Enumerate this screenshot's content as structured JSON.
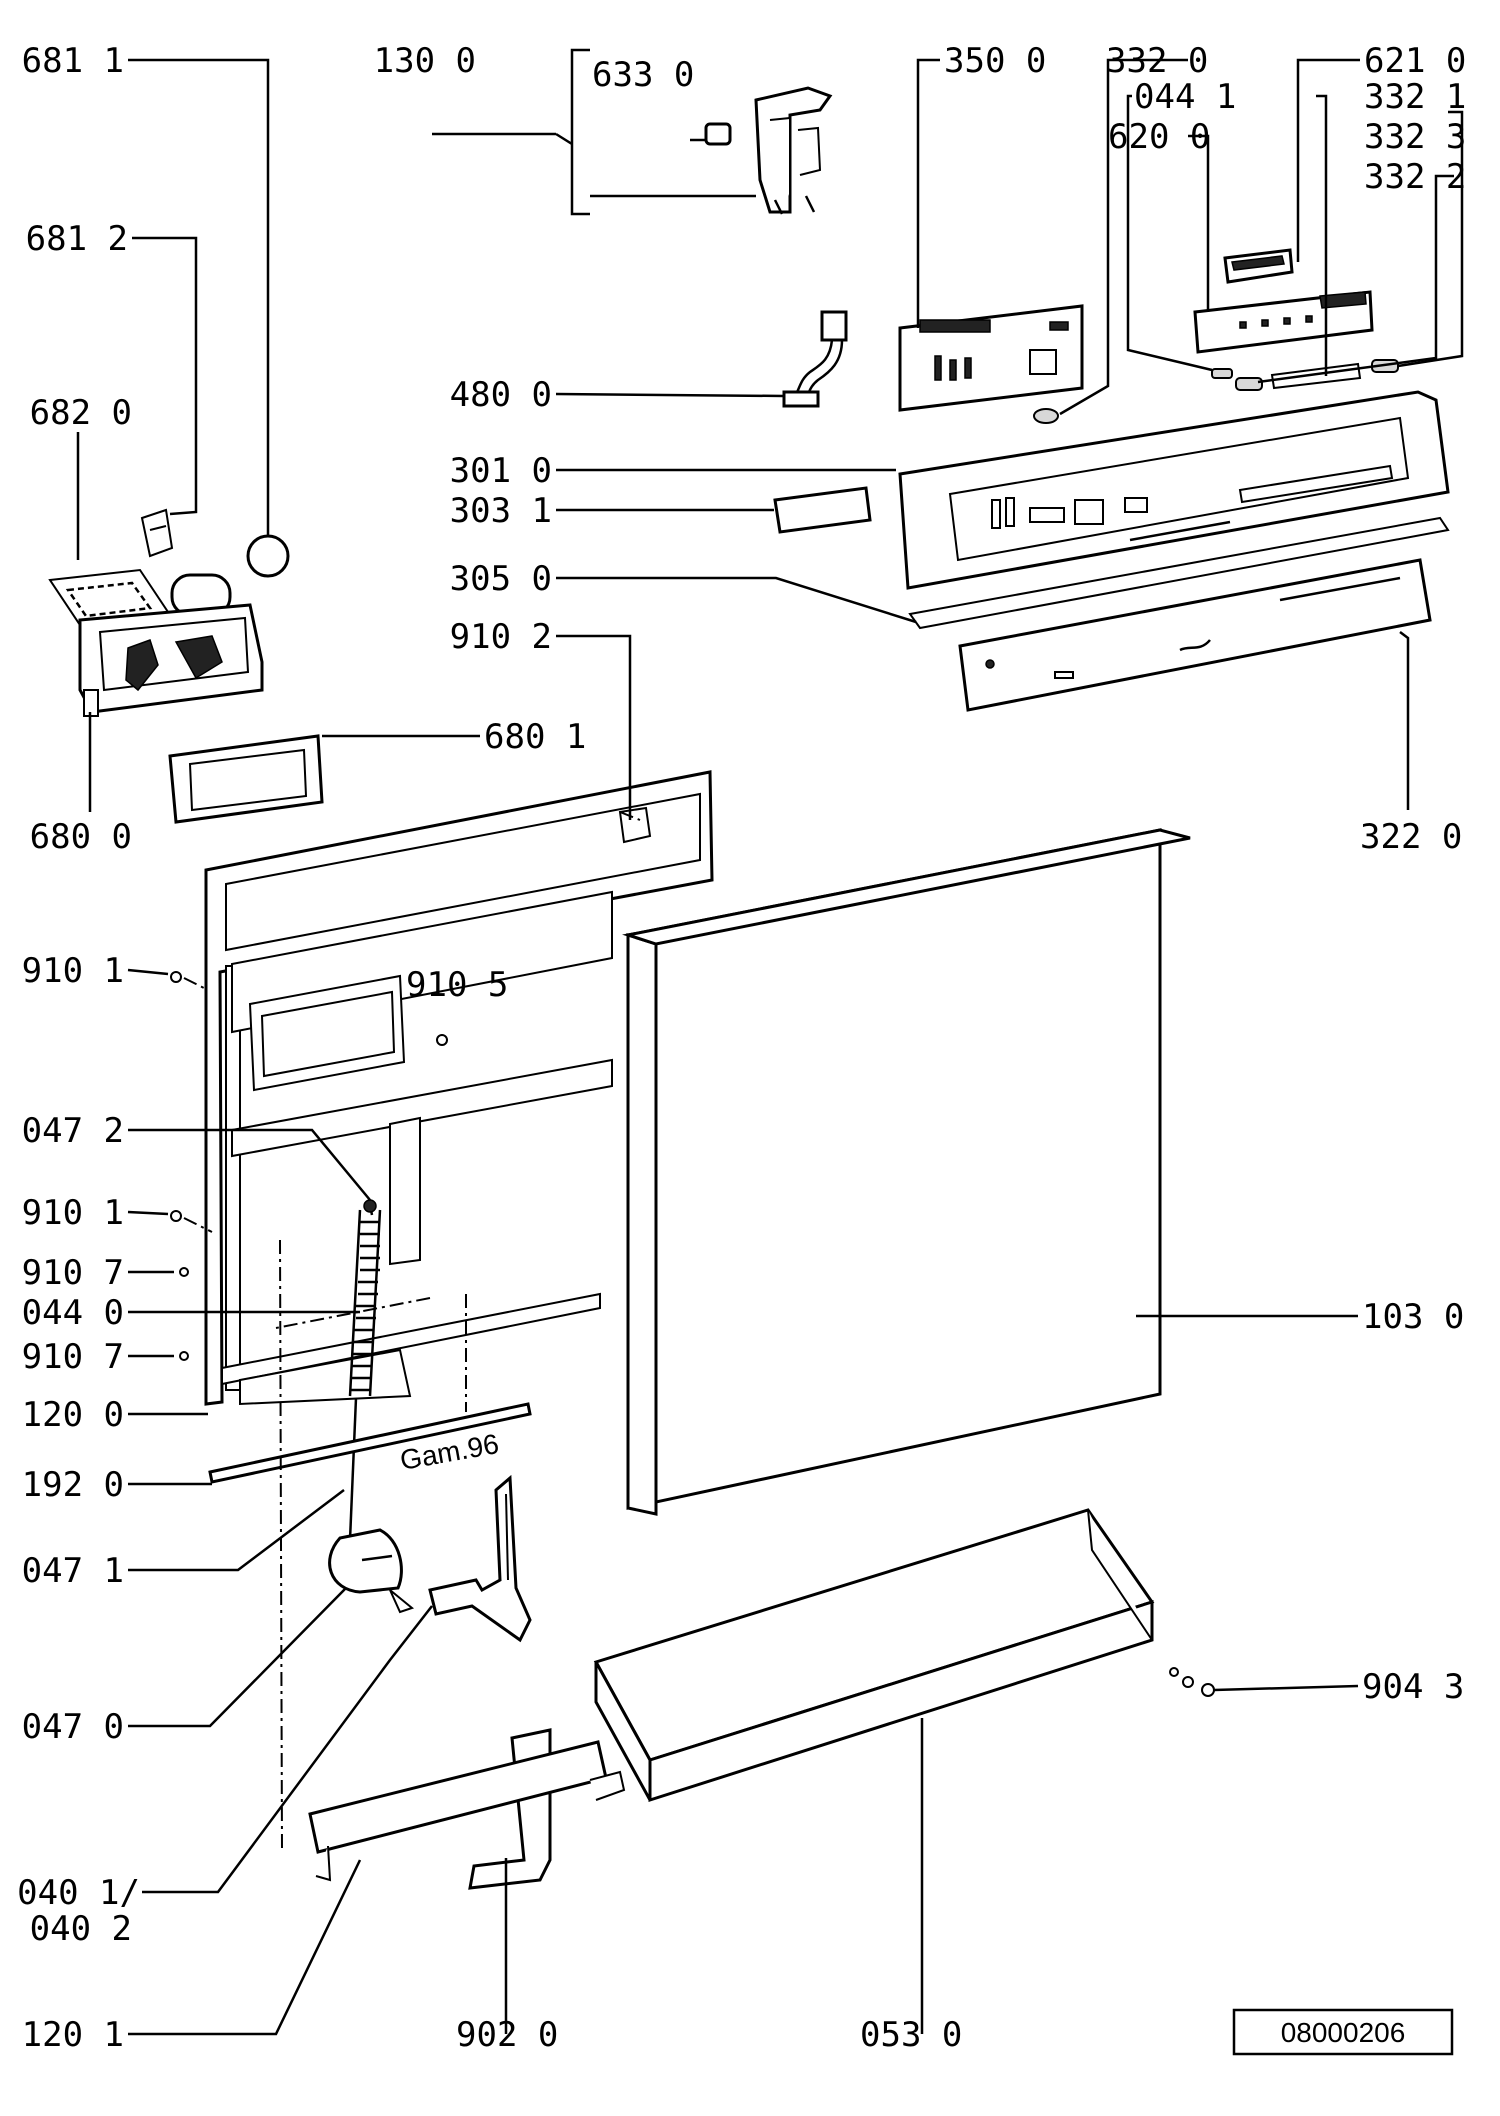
{
  "labels": {
    "l6811_top": "681 1",
    "l1300": "130 0",
    "l6330": "633 0",
    "l3500": "350 0",
    "l3320": "332 0",
    "l6210": "621 0",
    "l0441": "044 1",
    "l3321": "332 1",
    "l6200": "620 0",
    "l3323": "332 3",
    "l3322": "332 2",
    "l6812": "681 2",
    "l4800": "480 0",
    "l6820": "682 0",
    "l3010": "301 0",
    "l3031": "303 1",
    "l3050": "305 0",
    "l9102": "910 2",
    "l6801": "680 1",
    "l6800": "680 0",
    "l3220": "322 0",
    "l9101_a": "910 1",
    "l9105": "910 5",
    "l0472": "047 2",
    "l9101_b": "910 1",
    "l9107_a": "910 7",
    "l0440": "044 0",
    "l9107_b": "910 7",
    "l1030": "103 0",
    "l1200": "120 0",
    "l1920": "192 0",
    "l0471": "047 1",
    "l0470": "047 0",
    "l9043": "904 3",
    "l0401": "040 1/",
    "l0402": "040 2",
    "l1201": "120 1",
    "l9020": "902 0",
    "l0530": "053 0"
  },
  "drawing_number": "08000206",
  "stamp_text": "Gam.96"
}
